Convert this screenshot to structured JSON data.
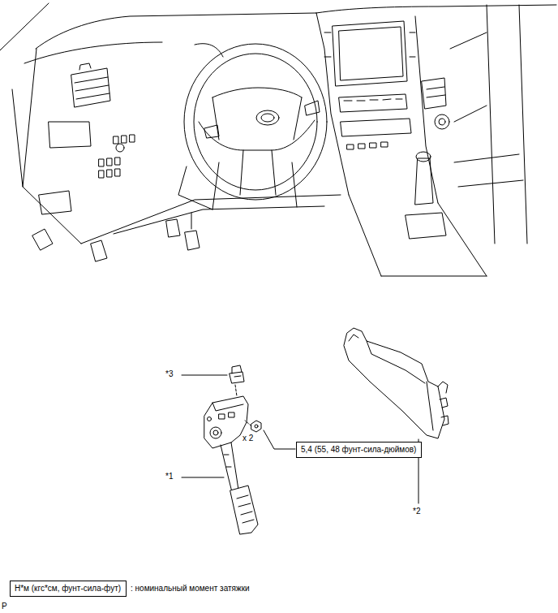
{
  "diagram": {
    "nodes": [
      {
        "text": [
          "5,4 (55, 48 фунт-сила-дюймов)"
        ]
      },
      {
        "text": [
          "Н*м (кгс*см, фунт-сила-фут)"
        ]
      }
    ],
    "labels": [
      "*3",
      "*1",
      "*2",
      "x 2",
      ": номинальный момент затяжки",
      "P"
    ]
  }
}
